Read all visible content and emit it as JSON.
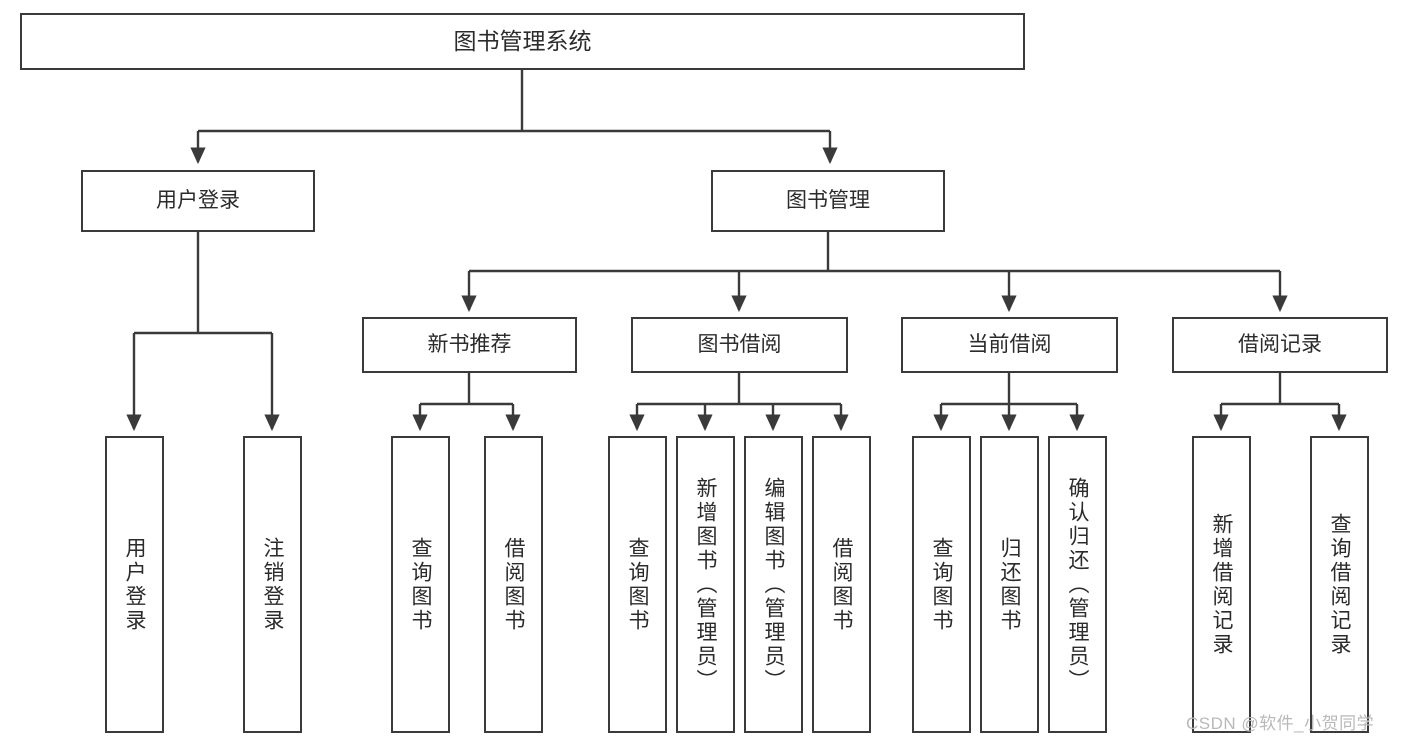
{
  "diagram": {
    "title": "图书管理系统",
    "type": "tree",
    "root": {
      "label": "图书管理系统"
    },
    "level2": [
      {
        "label": "用户登录"
      },
      {
        "label": "图书管理"
      }
    ],
    "level3": [
      {
        "label": "新书推荐"
      },
      {
        "label": "图书借阅"
      },
      {
        "label": "当前借阅"
      },
      {
        "label": "借阅记录"
      }
    ],
    "leaves": {
      "user_login": [
        {
          "label": "用户登录"
        },
        {
          "label": "注销登录"
        }
      ],
      "new_book_recommend": [
        {
          "label": "查询图书"
        },
        {
          "label": "借阅图书"
        }
      ],
      "book_borrow": [
        {
          "label": "查询图书"
        },
        {
          "label": "新增图书（管理员）"
        },
        {
          "label": "编辑图书（管理员）"
        },
        {
          "label": "借阅图书"
        }
      ],
      "current_borrow": [
        {
          "label": "查询图书"
        },
        {
          "label": "归还图书"
        },
        {
          "label": "确认归还（管理员）"
        }
      ],
      "borrow_record": [
        {
          "label": "新增借阅记录"
        },
        {
          "label": "查询借阅记录"
        }
      ]
    }
  },
  "watermark": {
    "text": "CSDN @软件_小贺同学"
  },
  "colors": {
    "box_border": "#3a3a3a",
    "box_fill": "#ffffff",
    "connector": "#3a3a3a",
    "text": "#2b2b2b",
    "watermark": "#b9b9b9",
    "background": "#ffffff"
  }
}
